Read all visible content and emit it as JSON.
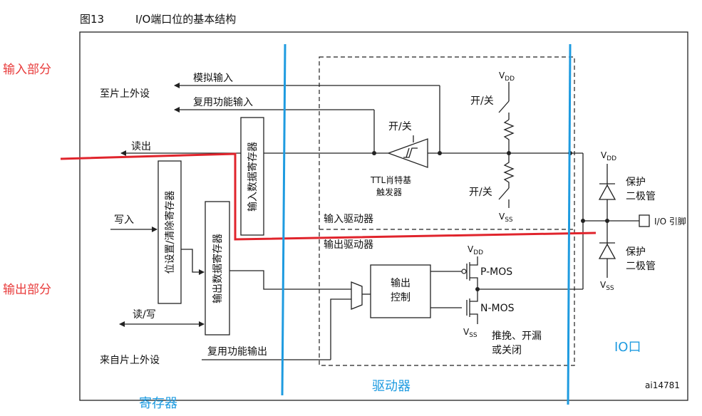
{
  "figure": {
    "number": "图13",
    "caption": "I/O端口位的基本结构",
    "id_label": "ai14781"
  },
  "annotations": {
    "input_section": "输入部分",
    "output_section": "输出部分",
    "register_zone": "寄存器",
    "driver_zone": "驱动器",
    "io_zone": "IO口"
  },
  "registers": {
    "bit_set_reset": "位设置/清除寄存器",
    "input_data": "输入数据寄存器",
    "output_data": "输出数据寄存器"
  },
  "signals": {
    "to_peripheral": "至片上外设",
    "analog_input": "模拟输入",
    "alt_func_input": "复用功能输入",
    "read": "读出",
    "write": "写入",
    "read_write": "读/写",
    "from_peripheral": "来自片上外设",
    "alt_func_output": "复用功能输出"
  },
  "input_driver": {
    "label": "输入驱动器",
    "on_off_trigger": "开/关",
    "schmitt_line1": "TTL肖特基",
    "schmitt_line2": "触发器",
    "pullup_switch": "开/关",
    "pulldown_switch": "开/关",
    "vdd_main": "V",
    "vdd_sub": "DD",
    "vss_main": "V",
    "vss_sub": "SS"
  },
  "output_driver": {
    "label": "输出驱动器",
    "control_line1": "输出",
    "control_line2": "控制",
    "pmos": "P-MOS",
    "nmos": "N-MOS",
    "mode_line1": "推挽、开漏",
    "mode_line2": "或关闭",
    "vdd_main": "V",
    "vdd_sub": "DD",
    "vss_main": "V",
    "vss_sub": "SS"
  },
  "protection": {
    "diode_upper_line1": "保护",
    "diode_upper_line2": "二极管",
    "diode_lower_line1": "保护",
    "diode_lower_line2": "二极管",
    "vdd_main": "V",
    "vdd_sub": "DD",
    "vss_main": "V",
    "vss_sub": "SS",
    "pin": "I/O 引脚"
  },
  "colors": {
    "annotation_red": "#e83a3a",
    "annotation_blue": "#1e9be0",
    "line": "#222222"
  }
}
